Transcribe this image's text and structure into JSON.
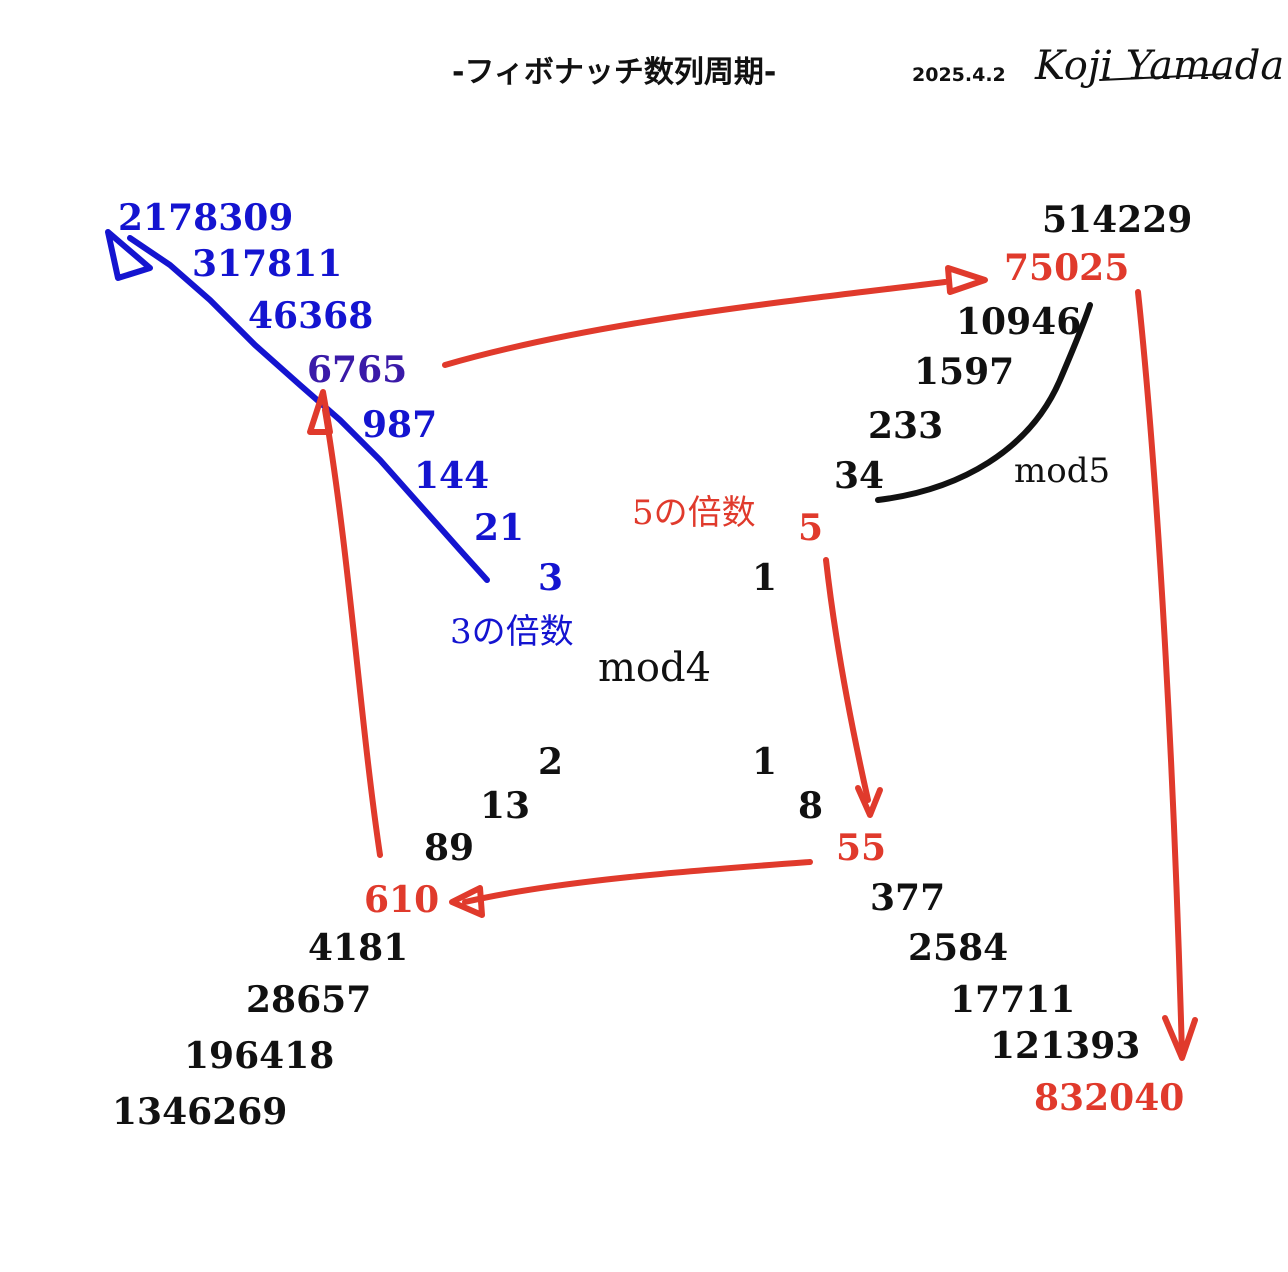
{
  "title": "-フィボナッチ数列周期-",
  "date": "2025.4.2",
  "signature": "Koji Yamada",
  "colors": {
    "black": "#111111",
    "blue": "#1414d0",
    "red": "#e03a2c",
    "purple": "#3a1aa8"
  },
  "labels": {
    "mod4": "mod4",
    "mod5": "mod5",
    "multiple_of_3": "3の倍数",
    "multiple_of_5": "5の倍数"
  },
  "numbers": {
    "n1a": "1",
    "n1b": "1",
    "n2": "2",
    "n3": "3",
    "n5": "5",
    "n8": "8",
    "n13": "13",
    "n21": "21",
    "n34": "34",
    "n55": "55",
    "n89": "89",
    "n144": "144",
    "n233": "233",
    "n377": "377",
    "n610": "610",
    "n987": "987",
    "n1597": "1597",
    "n2584": "2584",
    "n4181": "4181",
    "n6765": "6765",
    "n10946": "10946",
    "n17711": "17711",
    "n28657": "28657",
    "n46368": "46368",
    "n75025": "75025",
    "n121393": "121393",
    "n196418": "196418",
    "n317811": "317811",
    "n514229": "514229",
    "n832040": "832040",
    "n1346269": "1346269",
    "n2178309": "2178309"
  }
}
